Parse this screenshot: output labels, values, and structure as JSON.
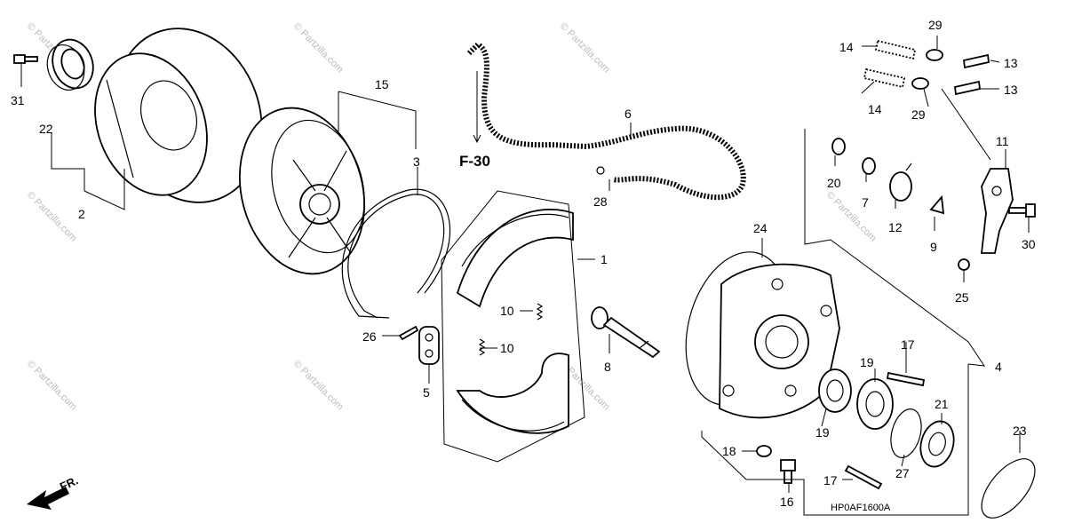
{
  "diagram": {
    "code": "HP0AF1600A",
    "ref_label": "F-30",
    "front_label": "FR.",
    "watermark": "© Partzilla.com",
    "labels": {
      "l1": "1",
      "l2": "2",
      "l3": "3",
      "l4": "4",
      "l5": "5",
      "l6": "6",
      "l7": "7",
      "l8": "8",
      "l9": "9",
      "l10a": "10",
      "l10b": "10",
      "l11": "11",
      "l12": "12",
      "l13a": "13",
      "l13b": "13",
      "l14a": "14",
      "l14b": "14",
      "l15": "15",
      "l16": "16",
      "l17a": "17",
      "l17b": "17",
      "l18": "18",
      "l19a": "19",
      "l19b": "19",
      "l20": "20",
      "l21": "21",
      "l22": "22",
      "l23": "23",
      "l24": "24",
      "l25": "25",
      "l26": "26",
      "l27": "27",
      "l28": "28",
      "l29a": "29",
      "l29b": "29",
      "l30": "30",
      "l31": "31"
    }
  }
}
